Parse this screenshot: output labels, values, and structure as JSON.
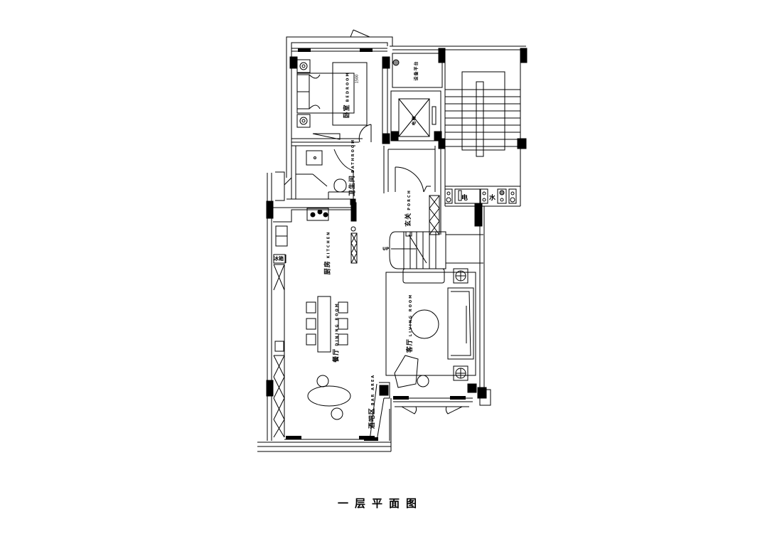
{
  "drawing": {
    "title": "一层平面图",
    "background": "#ffffff",
    "line_color": "#000000"
  },
  "rooms": {
    "bedroom": {
      "zh": "卧室",
      "en": "BEDROOM"
    },
    "bathroom": {
      "zh": "卫生间",
      "en": "BATHROOM"
    },
    "equipment_platform": {
      "zh": "设备平台"
    },
    "elevator": {
      "zh": "电梯"
    },
    "porch": {
      "zh": "玄关",
      "en": "PORCH"
    },
    "kitchen": {
      "zh": "厨房",
      "en": "KITCHEN"
    },
    "fridge": {
      "zh": "冰箱"
    },
    "dining": {
      "zh": "餐厅",
      "en": "DINING ROOM"
    },
    "living": {
      "zh": "客厅",
      "en": "LIVING ROOM"
    },
    "bar": {
      "zh": "酒吧区",
      "en": "BAR AREA"
    }
  },
  "utilities": {
    "electric": "电",
    "water": "水"
  },
  "stair": {
    "up_label": "UP"
  },
  "bed_size": "1500"
}
